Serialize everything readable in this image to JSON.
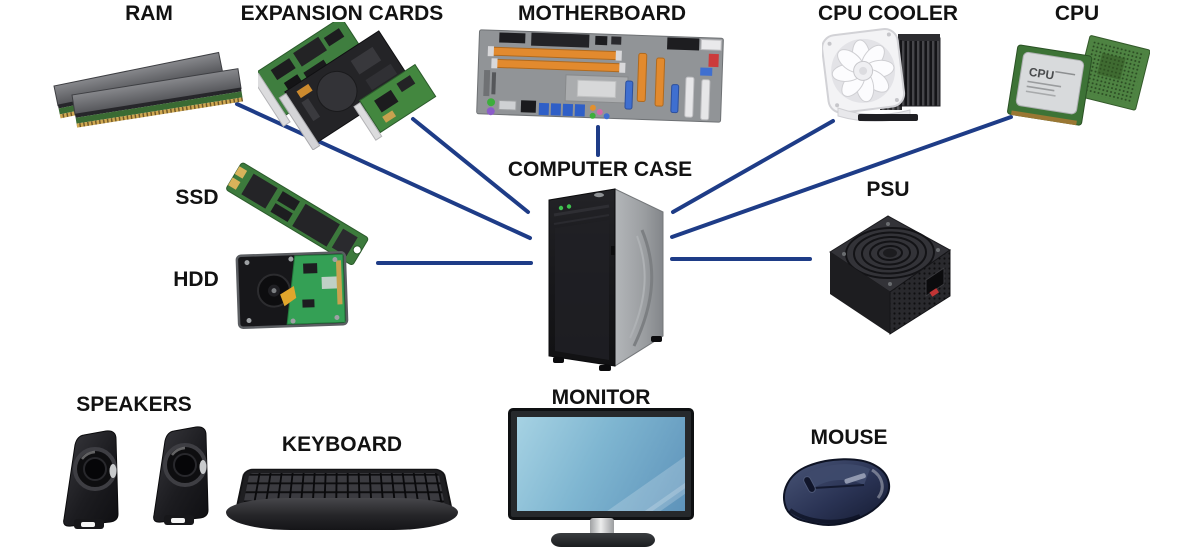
{
  "diagram": {
    "description": "Computer parts diagram with components connected to the computer case",
    "components": {
      "ram": {
        "label": "RAM"
      },
      "expansion_cards": {
        "label": "EXPANSION CARDS"
      },
      "motherboard": {
        "label": "MOTHERBOARD"
      },
      "cpu_cooler": {
        "label": "CPU COOLER"
      },
      "cpu": {
        "label": "CPU",
        "chip_text": "CPU"
      },
      "ssd": {
        "label": "SSD"
      },
      "hdd": {
        "label": "HDD"
      },
      "computer_case": {
        "label": "COMPUTER CASE"
      },
      "psu": {
        "label": "PSU"
      },
      "speakers": {
        "label": "SPEAKERS"
      },
      "keyboard": {
        "label": "KEYBOARD"
      },
      "monitor": {
        "label": "MONITOR"
      },
      "mouse": {
        "label": "MOUSE"
      }
    },
    "connections": [
      {
        "from": "RAM",
        "to": "COMPUTER CASE"
      },
      {
        "from": "EXPANSION CARDS",
        "to": "COMPUTER CASE"
      },
      {
        "from": "HDD",
        "to": "COMPUTER CASE"
      },
      {
        "from": "MOTHERBOARD",
        "to": "COMPUTER CASE"
      },
      {
        "from": "CPU COOLER",
        "to": "COMPUTER CASE"
      },
      {
        "from": "CPU",
        "to": "COMPUTER CASE"
      },
      {
        "from": "PSU",
        "to": "COMPUTER CASE"
      }
    ],
    "colors": {
      "connector_line": "#1e3c87",
      "label_text": "#121212",
      "background": "#ffffff"
    }
  }
}
